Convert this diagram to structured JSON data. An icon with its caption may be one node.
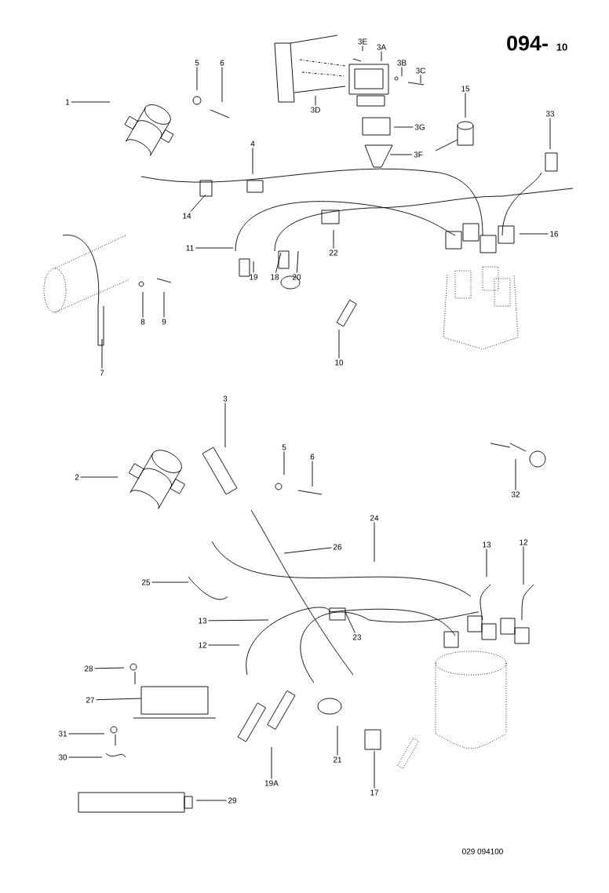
{
  "diagram": {
    "nodes": [
      {
        "text": [
          "1"
        ]
      },
      {
        "text": [
          "5"
        ]
      },
      {
        "text": [
          "6"
        ]
      },
      {
        "text": [
          "3E"
        ]
      },
      {
        "text": [
          "3A"
        ]
      },
      {
        "text": [
          "3B"
        ]
      },
      {
        "text": [
          "3C"
        ]
      },
      {
        "text": [
          "3D"
        ]
      },
      {
        "text": [
          "3G"
        ]
      },
      {
        "text": [
          "3F"
        ]
      },
      {
        "text": [
          "15"
        ]
      },
      {
        "text": [
          "33"
        ]
      },
      {
        "text": [
          "4"
        ]
      },
      {
        "text": [
          "14"
        ]
      },
      {
        "text": [
          "16"
        ]
      },
      {
        "text": [
          "11"
        ]
      },
      {
        "text": [
          "22"
        ]
      },
      {
        "text": [
          "19"
        ]
      },
      {
        "text": [
          "18"
        ]
      },
      {
        "text": [
          "20"
        ]
      },
      {
        "text": [
          "10"
        ]
      },
      {
        "text": [
          "7"
        ]
      },
      {
        "text": [
          "8"
        ]
      },
      {
        "text": [
          "9"
        ]
      },
      {
        "text": [
          "3"
        ]
      },
      {
        "text": [
          "2"
        ]
      },
      {
        "text": [
          "5"
        ]
      },
      {
        "text": [
          "6"
        ]
      },
      {
        "text": [
          "32"
        ]
      },
      {
        "text": [
          "24"
        ]
      },
      {
        "text": [
          "13"
        ]
      },
      {
        "text": [
          "12"
        ]
      },
      {
        "text": [
          "26"
        ]
      },
      {
        "text": [
          "25"
        ]
      },
      {
        "text": [
          "13"
        ]
      },
      {
        "text": [
          "23"
        ]
      },
      {
        "text": [
          "12"
        ]
      },
      {
        "text": [
          "28"
        ]
      },
      {
        "text": [
          "27"
        ]
      },
      {
        "text": [
          "31"
        ]
      },
      {
        "text": [
          "30"
        ]
      },
      {
        "text": [
          "29"
        ]
      },
      {
        "text": [
          "19A"
        ]
      },
      {
        "text": [
          "21"
        ]
      },
      {
        "text": [
          "17"
        ]
      }
    ],
    "edges": [
      {
        "from": 0,
        "to": null,
        "arrow": "none"
      },
      {
        "from": 1,
        "to": null,
        "arrow": "none"
      },
      {
        "from": 2,
        "to": null,
        "arrow": "none"
      },
      {
        "from": 3,
        "to": null,
        "arrow": "none"
      },
      {
        "from": 4,
        "to": null,
        "arrow": "none"
      },
      {
        "from": 5,
        "to": null,
        "arrow": "none"
      },
      {
        "from": 6,
        "to": null,
        "arrow": "none"
      },
      {
        "from": 7,
        "to": null,
        "arrow": "none"
      },
      {
        "from": 8,
        "to": null,
        "arrow": "none"
      },
      {
        "from": 9,
        "to": null,
        "arrow": "none"
      },
      {
        "from": 10,
        "to": null,
        "arrow": "none"
      },
      {
        "from": 11,
        "to": null,
        "arrow": "none"
      },
      {
        "from": 12,
        "to": null,
        "arrow": "none"
      },
      {
        "from": 13,
        "to": null,
        "arrow": "none"
      },
      {
        "from": 14,
        "to": null,
        "arrow": "none"
      },
      {
        "from": 15,
        "to": null,
        "arrow": "none"
      },
      {
        "from": 16,
        "to": null,
        "arrow": "none"
      },
      {
        "from": 17,
        "to": null,
        "arrow": "none"
      },
      {
        "from": 18,
        "to": null,
        "arrow": "none"
      },
      {
        "from": 19,
        "to": null,
        "arrow": "none"
      },
      {
        "from": 20,
        "to": null,
        "arrow": "none"
      },
      {
        "from": 21,
        "to": null,
        "arrow": "none"
      },
      {
        "from": 22,
        "to": null,
        "arrow": "none"
      },
      {
        "from": 23,
        "to": null,
        "arrow": "none"
      },
      {
        "from": 24,
        "to": null,
        "arrow": "none"
      },
      {
        "from": 25,
        "to": null,
        "arrow": "none"
      },
      {
        "from": 26,
        "to": null,
        "arrow": "none"
      },
      {
        "from": 27,
        "to": null,
        "arrow": "none"
      },
      {
        "from": 28,
        "to": null,
        "arrow": "none"
      },
      {
        "from": 29,
        "to": null,
        "arrow": "none"
      },
      {
        "from": 30,
        "to": null,
        "arrow": "none"
      },
      {
        "from": 31,
        "to": null,
        "arrow": "none"
      },
      {
        "from": 32,
        "to": null,
        "arrow": "none"
      },
      {
        "from": 33,
        "to": null,
        "arrow": "none"
      },
      {
        "from": 34,
        "to": null,
        "arrow": "none"
      },
      {
        "from": 35,
        "to": null,
        "arrow": "none"
      },
      {
        "from": 36,
        "to": null,
        "arrow": "none"
      },
      {
        "from": 37,
        "to": null,
        "arrow": "none"
      },
      {
        "from": 38,
        "to": null,
        "arrow": "none"
      },
      {
        "from": 39,
        "to": null,
        "arrow": "none"
      },
      {
        "from": 40,
        "to": null,
        "arrow": "none"
      },
      {
        "from": 41,
        "to": null,
        "arrow": "none"
      },
      {
        "from": 42,
        "to": null,
        "arrow": "none"
      },
      {
        "from": 43,
        "to": null,
        "arrow": "none"
      },
      {
        "from": 44,
        "to": null,
        "arrow": "none"
      }
    ],
    "labels": [
      "094-",
      "10",
      "029 094100"
    ]
  }
}
